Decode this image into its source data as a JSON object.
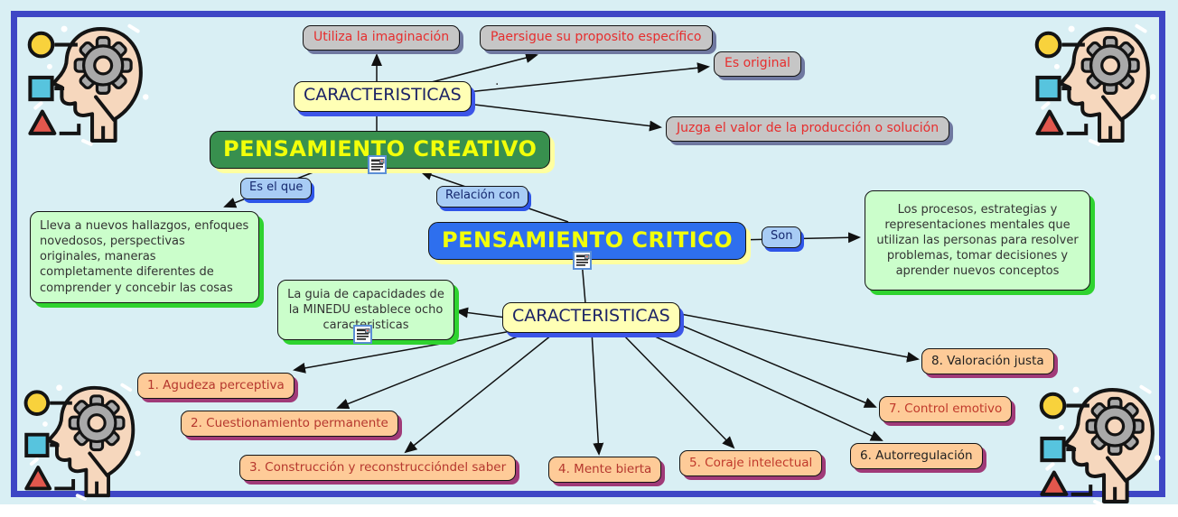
{
  "page": {
    "background_color": "#d9eff4",
    "frame_border_color": "#3e46c5"
  },
  "creative": {
    "title": "PENSAMIENTO CREATIVO",
    "characteristics_label": "CARACTERISTICAS",
    "characteristics": [
      "Utiliza la imaginación",
      "Paersigue su proposito específico",
      "Es original",
      "Juzga el valor de la producción o solución"
    ],
    "definition_link_label": "Es el que",
    "definition": "Lleva a nuevos hallazgos, enfoques novedosos, perspectivas originales, maneras completamente diferentes de comprender y concebir las cosas"
  },
  "critical": {
    "title": "PENSAMIENTO CRITICO",
    "relation_link_label": "Relación con",
    "definition_link_label": "Son",
    "definition": "Los procesos, estrategias y representaciones mentales que utilizan las personas para resolver problemas, tomar decisiones y aprender nuevos conceptos",
    "characteristics_label": "CARACTERISTICAS",
    "characteristics_note": "La guia de capacidades de la MINEDU establece ocho caracteristicas",
    "characteristics": [
      {
        "label": "1. Agudeza perceptiva",
        "text_color": "#b5372e"
      },
      {
        "label": "2. Cuestionamiento permanente",
        "text_color": "#b5372e"
      },
      {
        "label": "3. Construcción y reconstruccióndel saber",
        "text_color": "#b5372e"
      },
      {
        "label": "4. Mente bierta",
        "text_color": "#b5372e"
      },
      {
        "label": "5. Coraje intelectual",
        "text_color": "#c0392b"
      },
      {
        "label": "6. Autorregulación",
        "text_color": "#222222"
      },
      {
        "label": "7. Control emotivo",
        "text_color": "#c0392b"
      },
      {
        "label": "8. Valoración justa",
        "text_color": "#222222"
      }
    ]
  },
  "stray_dot": ".",
  "icons": {
    "resource_icon": "document-resource-icon",
    "corner_decoration": "head-with-gear-and-shapes",
    "corner_shapes": [
      "yellow-circle",
      "cyan-square",
      "red-triangle",
      "gray-gear"
    ]
  },
  "colors": {
    "concept_creative_bg": "#38904e",
    "concept_critical_bg": "#2e6fee",
    "concept_title_text": "#f2ff0a",
    "characteristics_node_bg": "#ffffb5",
    "characteristics_node_text": "#1c2366",
    "gray_node_bg": "#c6c6c6",
    "gray_node_text": "#e62e2e",
    "link_label_bg": "#a8ccf5",
    "definition_node_bg": "#cbfecb",
    "item_node_bg": "#fecb98",
    "item_shadow": "#a03a78",
    "blue_shadow": "#3c55e8",
    "green_shadow": "#2fd32f",
    "yellow_shadow": "#ffffa0"
  }
}
